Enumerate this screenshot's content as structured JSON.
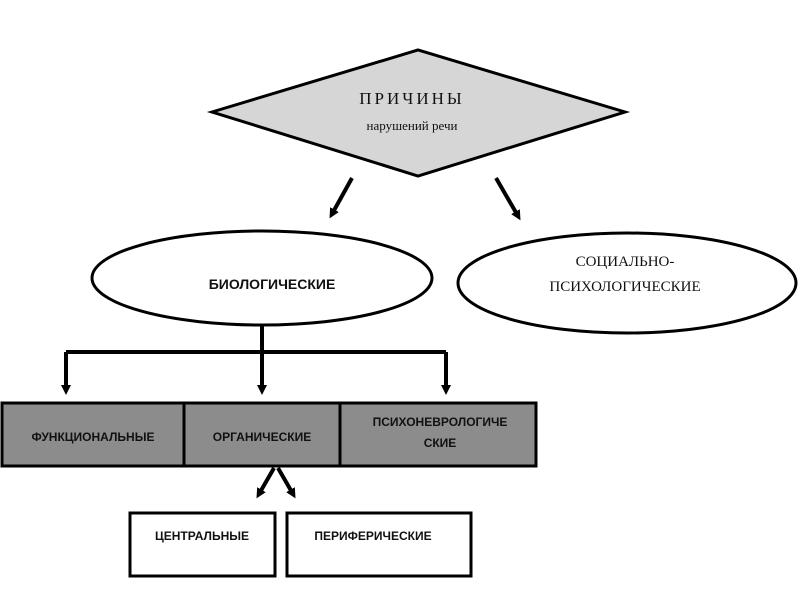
{
  "root": {
    "title": "ПРИЧИНЫ",
    "subtitle": "нарушений речи"
  },
  "categories": {
    "biological": "БИОЛОГИЧЕСКИЕ",
    "social_line1": "СОЦИАЛЬНО-",
    "social_line2": "ПСИХОЛОГИЧЕСКИЕ"
  },
  "biological_types": {
    "functional": "ФУНКЦИОНАЛЬНЫЕ",
    "organic": "ОРГАНИЧЕСКИЕ",
    "psychoneuro_line1": "ПСИХОНЕВРОЛОГИЧЕ",
    "psychoneuro_line2": "СКИЕ"
  },
  "organic_types": {
    "central": "ЦЕНТРАЛЬНЫЕ",
    "peripheral": "ПЕРИФЕРИЧЕСКИЕ"
  },
  "colors": {
    "diamond_fill": "#d6d6d6",
    "box_fill": "#8c8c8c",
    "stroke": "#000000"
  }
}
